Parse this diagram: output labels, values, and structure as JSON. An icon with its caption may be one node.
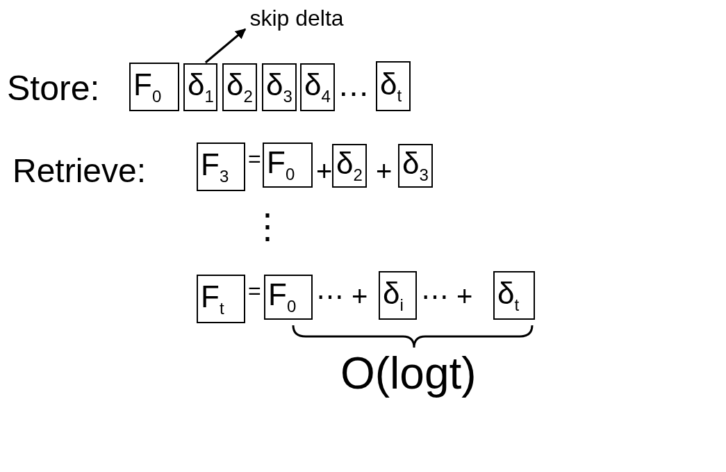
{
  "diagram": {
    "nodes": [
      {
        "text": [
          "skip delta"
        ]
      },
      {
        "text": [
          "F$_{0}$"
        ]
      },
      {
        "text": [
          "δ$_{1}$"
        ]
      },
      {
        "text": [
          "δ$_{2}$"
        ]
      },
      {
        "text": [
          "δ$_{3}$"
        ]
      },
      {
        "text": [
          "δ$_{4}$"
        ]
      },
      {
        "text": [
          "δ$_{t}$"
        ]
      },
      {
        "text": [
          "F$_{3}$"
        ]
      },
      {
        "text": [
          "F$_{0}$"
        ]
      },
      {
        "text": [
          "δ$_{2}$"
        ]
      },
      {
        "text": [
          "δ$_{3}$"
        ]
      },
      {
        "text": [
          "F$_{t}$"
        ]
      },
      {
        "text": [
          "F$_{0}$"
        ]
      },
      {
        "text": [
          "δ$_{i}$"
        ]
      },
      {
        "text": [
          "δ$_{t}$"
        ]
      }
    ],
    "edges": [
      {
        "from": 2,
        "to": 0,
        "arrow": "to"
      }
    ],
    "labels": [
      "Store:",
      "⋯",
      "Retrieve:",
      "=",
      "+",
      "+",
      "⋮",
      "=",
      "⋯ +",
      "⋯ +",
      "O(logt)"
    ]
  }
}
